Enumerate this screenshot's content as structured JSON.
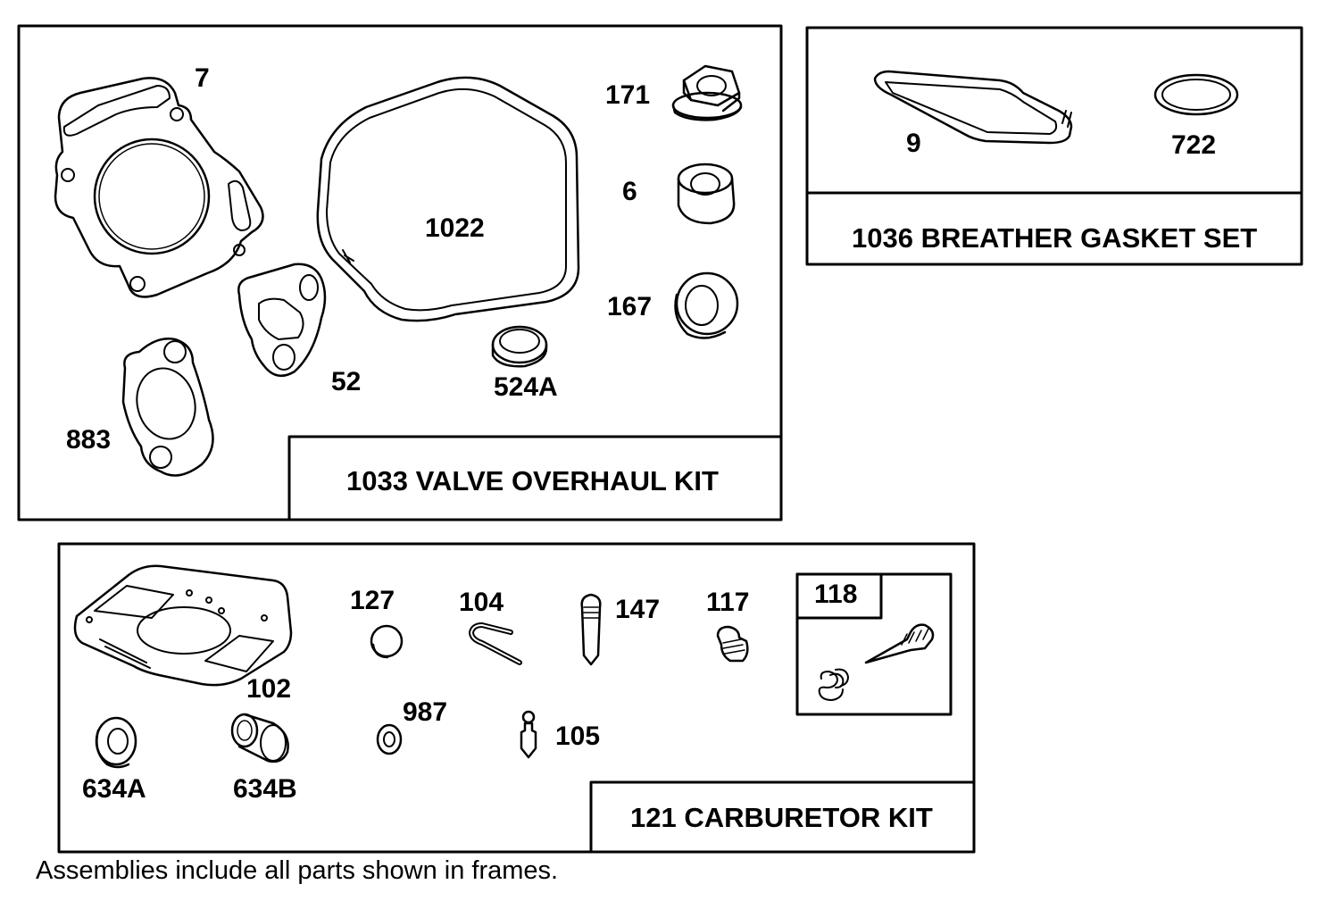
{
  "kits": {
    "valve": {
      "title": "1033 VALVE OVERHAUL KIT",
      "parts": {
        "p7": "7",
        "p883": "883",
        "p52": "52",
        "p1022": "1022",
        "p524a": "524A",
        "p171": "171",
        "p6": "6",
        "p167": "167"
      }
    },
    "breather": {
      "title": "1036 BREATHER GASKET SET",
      "parts": {
        "p9": "9",
        "p722": "722"
      }
    },
    "carburetor": {
      "title": "121 CARBURETOR KIT",
      "parts": {
        "p102": "102",
        "p634a": "634A",
        "p634b": "634B",
        "p127": "127",
        "p104": "104",
        "p147": "147",
        "p117": "117",
        "p987": "987",
        "p105": "105"
      },
      "subassembly": {
        "p118": "118"
      }
    }
  },
  "footnote": "Assemblies include all parts shown in frames."
}
